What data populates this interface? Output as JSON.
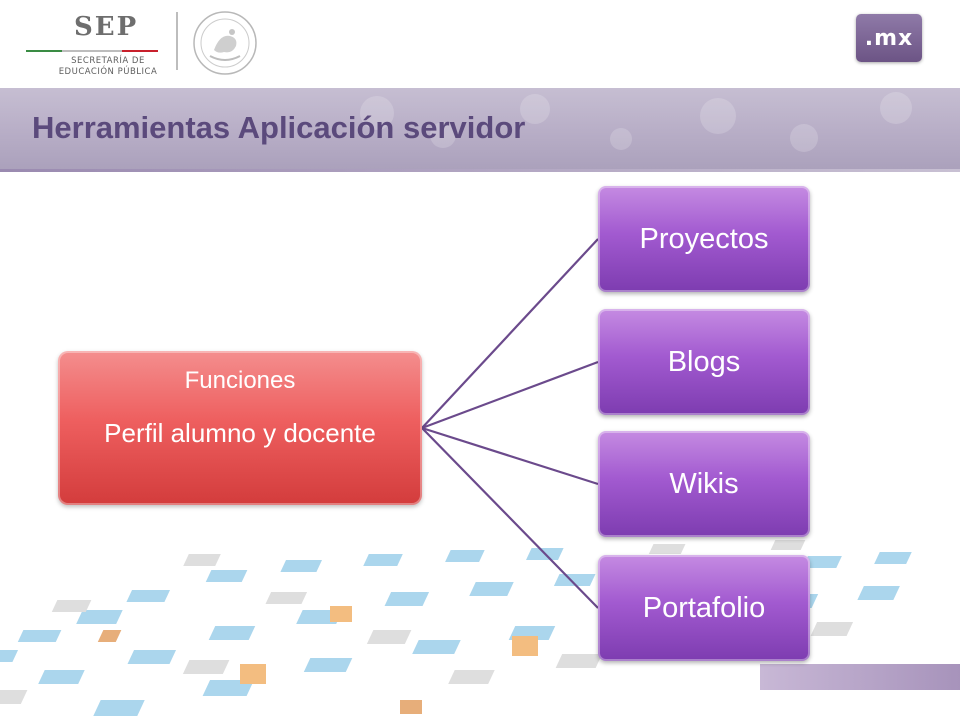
{
  "header": {
    "sep_logo": {
      "name": "SEP",
      "line1": "SECRETARÍA DE",
      "line2": "EDUCACIÓN PÚBLICA"
    },
    "mx_logo": ".mx"
  },
  "slide": {
    "title": "Herramientas Aplicación servidor"
  },
  "diagram": {
    "root": {
      "line1": "Funciones",
      "line2": "Perfil alumno y docente"
    },
    "children": [
      "Proyectos",
      "Blogs",
      "Wikis",
      "Portafolio"
    ]
  },
  "colors": {
    "title": "#5b4a7c",
    "root_box": "#ee5f5f",
    "child_box": "#a25ad0",
    "connector": "#6b4a8c"
  }
}
